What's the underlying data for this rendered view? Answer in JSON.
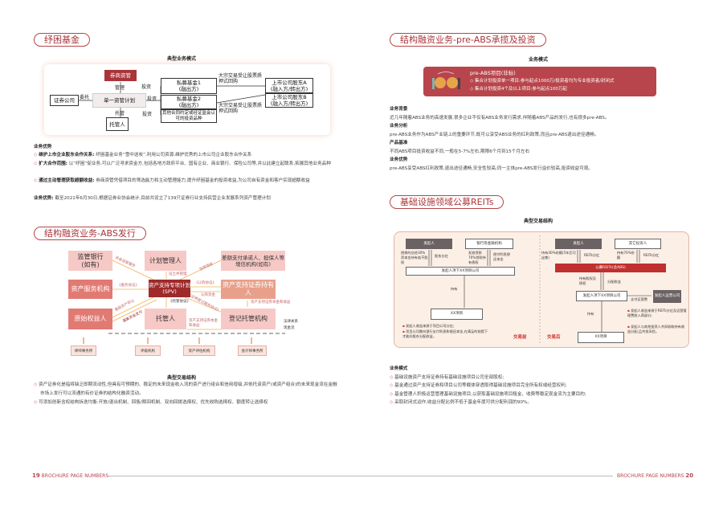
{
  "left": {
    "section1": {
      "title": "纾困基金",
      "diagram_caption": "典型业务模式",
      "nodes": {
        "broker_am": "券商资管",
        "securities_co": "证券公司",
        "single_plan": "单一资管计划",
        "custodian": "托管人",
        "pf1": "私募基金1\n(融出方)",
        "pf2": "私募基金2\n(融出方)",
        "other": "其他合同约定或经证监会认可的投资品种",
        "holderA": "上市公司股东A\n(融入方/转出方)",
        "holderB": "上市公司股东B\n(融入方/转出方)"
      },
      "edges": {
        "manage": "管理",
        "entrust": "委托",
        "custody": "托管",
        "invest": "投资",
        "block1": "大宗交易受让股票质押式回购",
        "block2": "大宗交易受让股票质押式回购"
      },
      "adv_heading": "业务优势",
      "bullets": [
        {
          "b": "维护上市企业股东合作关系:",
          "t": "纾困基金业务“雪中送炭”,利用公司资源,维护优秀的上市公司企业股东合作关系"
        },
        {
          "b": "扩大合作范围:",
          "t": "以“纾困”促业务,可以广泛寻求资金方,包括各地方政府平台、国有企业、商业银行、保险公司等,并以此建立起联系,拓展其他业务品种"
        },
        {
          "b": "通过主动管理获取超额收益:",
          "t": "券商资管凭借项目的筛选能力和主动管理能力,提升纾困基金的投资收益,为公司自有资金和客户实现超额收益"
        }
      ],
      "summary_label": "业务优势:",
      "summary": "截至2021年6月30日,根据证券业协会统计,目前共设立了139只证券行业支持民营企业发展系列资产管理计划"
    },
    "section2": {
      "title": "结构融资业务-ABS发行",
      "nodes": {
        "bank": "监管银行\n(如有)",
        "manager": "计划管理人",
        "guarantor": "差额支付承诺人、担保人等增信机构(如有)",
        "servicer": "资产服务机构",
        "spv": "资产支持专项计划(SPV)",
        "holders": "资产支持证券持有人",
        "originator": "原始权益人",
        "trustee": "托管人",
        "registry": "登记托管机构"
      },
      "edges": {
        "e1": "资金监管服务",
        "e2": "设立并管理",
        "e3": "信用增级",
        "e4": "《服务协议》",
        "e5": "《认购协议》",
        "e6": "认购资金",
        "e7": "基础资产转让",
        "e8": "募集资金支付",
        "e9": "《托管协议》",
        "e10": "《证券登记服务协议》",
        "e11": "资产支持证券本金和收益",
        "e12": "资产支持证券本金和收益"
      },
      "legend": [
        "法律关系",
        "现金流"
      ],
      "services": [
        "律师事务所",
        "评级机构",
        "资产评估机构",
        "会计师事务所"
      ],
      "caption": "典型交易结构",
      "bullets": [
        "资产证券化是指将缺乏即期流动性,但具有可预期的、稳定的未来现金收入流的资产进行组合和信用增级,并依托该资产(或资产组合)的未来现金流在金融市场上发行可以流通的有价证券的结构化融资活动。",
        "可添加创新含权结构拆迭均衡:开放/退出机制、回售/赎回机制、双向回拨选择权、优先收购选择权、额度转让选择权"
      ]
    }
  },
  "right": {
    "section1": {
      "title": "结构融资业务-pre-ABS承揽及投资",
      "caption": "业务模式",
      "banner": {
        "title": "pre-ABS项目(非标)",
        "items": [
          "集合计划投资单一项目:参与起点1000万/投资者均为专业投资者/封闭式",
          "集合计划投资4个及以上项目:参与起点100万起"
        ]
      },
      "blocks": [
        {
          "h": "业务背景",
          "t": "近几年随着ABS业务的高速发展,很多企业不仅有ABS业务发行需求,伴随着ABS产品的发行,也有很多pre-ABS。"
        },
        {
          "h": "业务分析",
          "t": "pre-ABS业务作为ABS产业链上的重要环节,既可以享受ABS业务的红利政策,而且pre-ABS退出途径通畅。"
        },
        {
          "h": "产品基准",
          "t": "不同ABS项目投资收益不同,一般在5-7%左右,期限6个月到15个月左右"
        },
        {
          "h": "业务优势",
          "t": "pre-ABS享受ABS红利政策,退出途径通畅,安全性较高;同一主体pre-ABS发行溢价较高,投资收益可观。"
        }
      ]
    },
    "section2": {
      "title": "基础设施领域公募REITs",
      "caption": "典型交易结构",
      "before": {
        "sponsor": "发起人",
        "bank": "银行等金融机构",
        "l1": "偿债的总经30%资本金持有若干股权",
        "l2": "股东分红",
        "l3": "发放贷款70%贷款持有债权",
        "l4": "偿付利息偿还本金",
        "company": "发起人项下XX项目公司",
        "own": "持有",
        "project": "XX项目",
        "notes": [
          "发起人收益来源于项目公司分红;",
          "项目公司需向银行支付利息和偿还本金,在满足的前提下才能向股东分配收益。"
        ],
        "label": "交易前"
      },
      "after": {
        "sponsor": "发起人",
        "other": "其它投资人",
        "l1": "持有30%份额(5年后可出售)",
        "l2": "REITs分红",
        "l3": "持有70%份额",
        "l4": "REITs分红",
        "reits": "公募REITs(含ABS)",
        "l5": "持有股权及债权",
        "l6": "分配收益",
        "company": "发起人项下XX项目公司",
        "l7": "支付运营费",
        "opco": "发起人运营公司",
        "own": "持有",
        "project": "XX项目",
        "notes": [
          "发起人收益来源于REITs分红及运营管理费收入两部分;",
          "发起人与其他投资人共同收取持有收益分配,且共担风险。"
        ],
        "label": "交易后"
      },
      "mode_heading": "业务模式",
      "bullets": [
        "基础设施资产支持证券持有基础设施项目公司全部股权;",
        "基金通过资产支持证券和项目公司等载体穿透取得基础设施项目完全所有权或经营权利;",
        "基金管理人积极运营管理基础设施项目,以获取基础设施项目租金、收费等稳定现金流为主要目的;",
        "采取封闭式运作,收益分配比例不低于基金年度可供分配利润的90%。"
      ]
    }
  },
  "footer": {
    "left_num": "19",
    "left_text": "BROCHURE PAGE NUMBERS",
    "right_text": "BROCHURE PAGE NUMBERS",
    "right_num": "20"
  },
  "colors": {
    "accent": "#a9343a",
    "pink": "#f6c9c6",
    "salmon": "#e27a74",
    "spv": "#9e2a2b"
  }
}
